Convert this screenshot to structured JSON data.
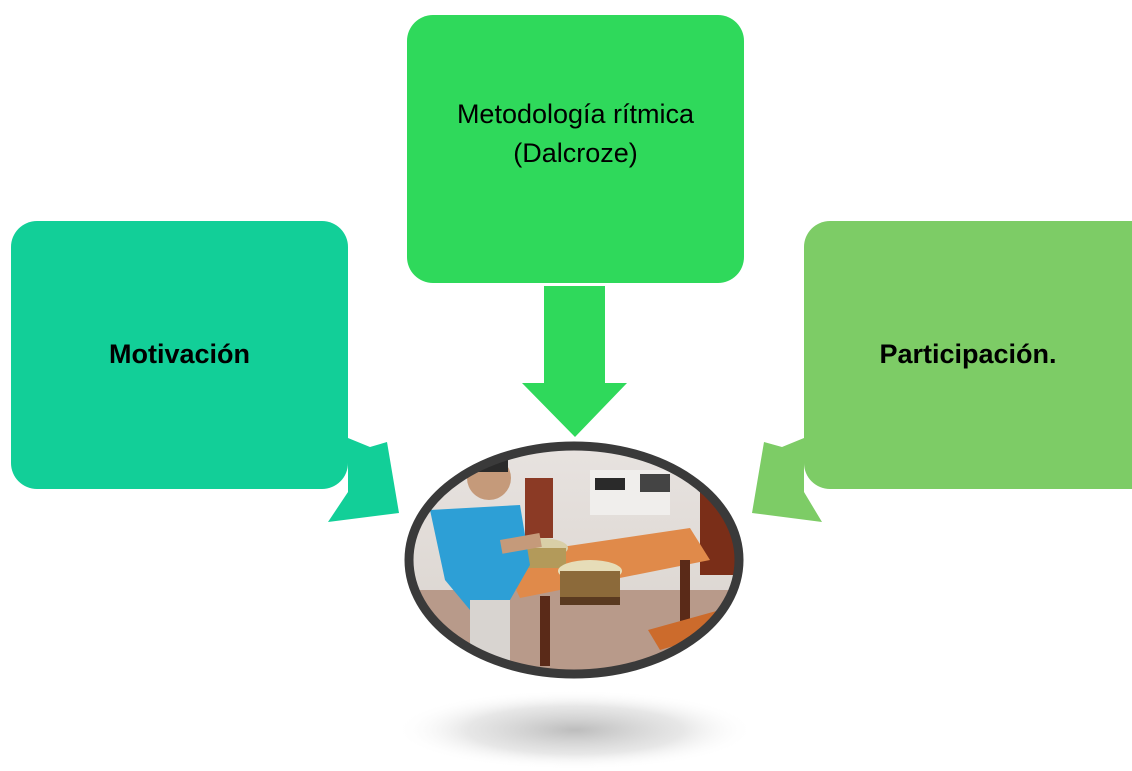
{
  "diagram": {
    "nodes": {
      "left": {
        "label": "Motivación",
        "color": "#12cf98"
      },
      "top": {
        "label_line1": "Metodología rítmica",
        "label_line2": "(Dalcroze)",
        "color": "#2fd95b"
      },
      "right": {
        "label": "Participación.",
        "color": "#7dcc66"
      }
    },
    "photo": {
      "description_icon": "photo-icon"
    }
  }
}
